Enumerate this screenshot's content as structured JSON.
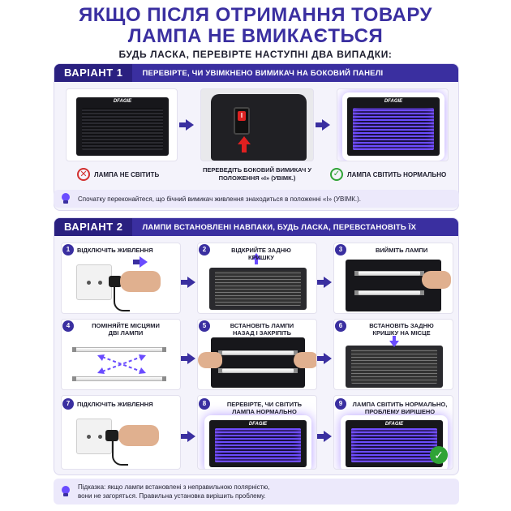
{
  "header": {
    "title_line1": "ЯКЩО ПІСЛЯ ОТРИМАННЯ ТОВАРУ",
    "title_line2": "ЛАМПА НЕ ВМИКАЄТЬСЯ",
    "subtitle": "БУДЬ ЛАСКА, ПЕРЕВІРТЕ НАСТУПНІ ДВА ВИПАДКИ:"
  },
  "variant1": {
    "tag": "ВАРІАНТ 1",
    "title": "ПЕРЕВІРТЕ, ЧИ УВІМКНЕНО ВИМИКАЧ НА БОКОВИЙ ПАНЕЛІ",
    "brand": "DFAGIE",
    "off_label": "ЛАМПА НЕ СВІТИТЬ",
    "switch_label": "ПЕРЕВЕДІТЬ БОКОВИЙ ВИМИКАЧ У ПОЛОЖЕННЯ «І» (УВІМК.)",
    "on_label": "ЛАМПА СВІТИТЬ НОРМАЛЬНО",
    "switch_symbol": "I"
  },
  "hint1": "Спочатку переконайтеся, що бічний вимикач живлення знаходиться в положенні «І» (УВІМК.).",
  "variant2": {
    "tag": "ВАРІАНТ 2",
    "title": "ЛАМПИ ВСТАНОВЛЕНІ НАВПАКИ, БУДЬ ЛАСКА, ПЕРЕВСТАНОВІТЬ ЇХ",
    "steps": [
      {
        "num": "1",
        "label": "ВІДКЛЮЧІТЬ ЖИВЛЕННЯ"
      },
      {
        "num": "2",
        "label": "ВІДКРИЙТЕ ЗАДНЮ КРИШКУ"
      },
      {
        "num": "3",
        "label": "ВИЙМІТЬ ЛАМПИ"
      },
      {
        "num": "4",
        "label": "ПОМІНЯЙТЕ МІСЦЯМИ ДВІ ЛАМПИ"
      },
      {
        "num": "5",
        "label": "ВСТАНОВІТЬ ЛАМПИ НАЗАД І ЗАКРІПІТЬ"
      },
      {
        "num": "6",
        "label": "ВСТАНОВІТЬ ЗАДНЮ КРИШКУ НА МІСЦЕ"
      },
      {
        "num": "7",
        "label": "ПІДКЛЮЧІТЬ ЖИВЛЕННЯ"
      },
      {
        "num": "8",
        "label": "ПЕРЕВІРТЕ, ЧИ СВІТИТЬ ЛАМПА НОРМАЛЬНО"
      },
      {
        "num": "9",
        "label": "ЛАМПА СВІТИТЬ НОРМАЛЬНО, ПРОБЛЕМУ ВИРІШЕНО"
      }
    ]
  },
  "hint2_line1": "Підказка: якщо лампи встановлені з неправильною полярністю,",
  "hint2_line2": "вони не загоряться. Правильна установка вирішить проблему.",
  "colors": {
    "primary": "#3a2fa0",
    "accent": "#6a4cff",
    "ok": "#2fa336",
    "error": "#d23030"
  },
  "icons": [
    "close-icon",
    "check-icon",
    "lightbulb-icon",
    "arrow-right-icon",
    "arrow-up-icon",
    "arrow-down-icon"
  ]
}
